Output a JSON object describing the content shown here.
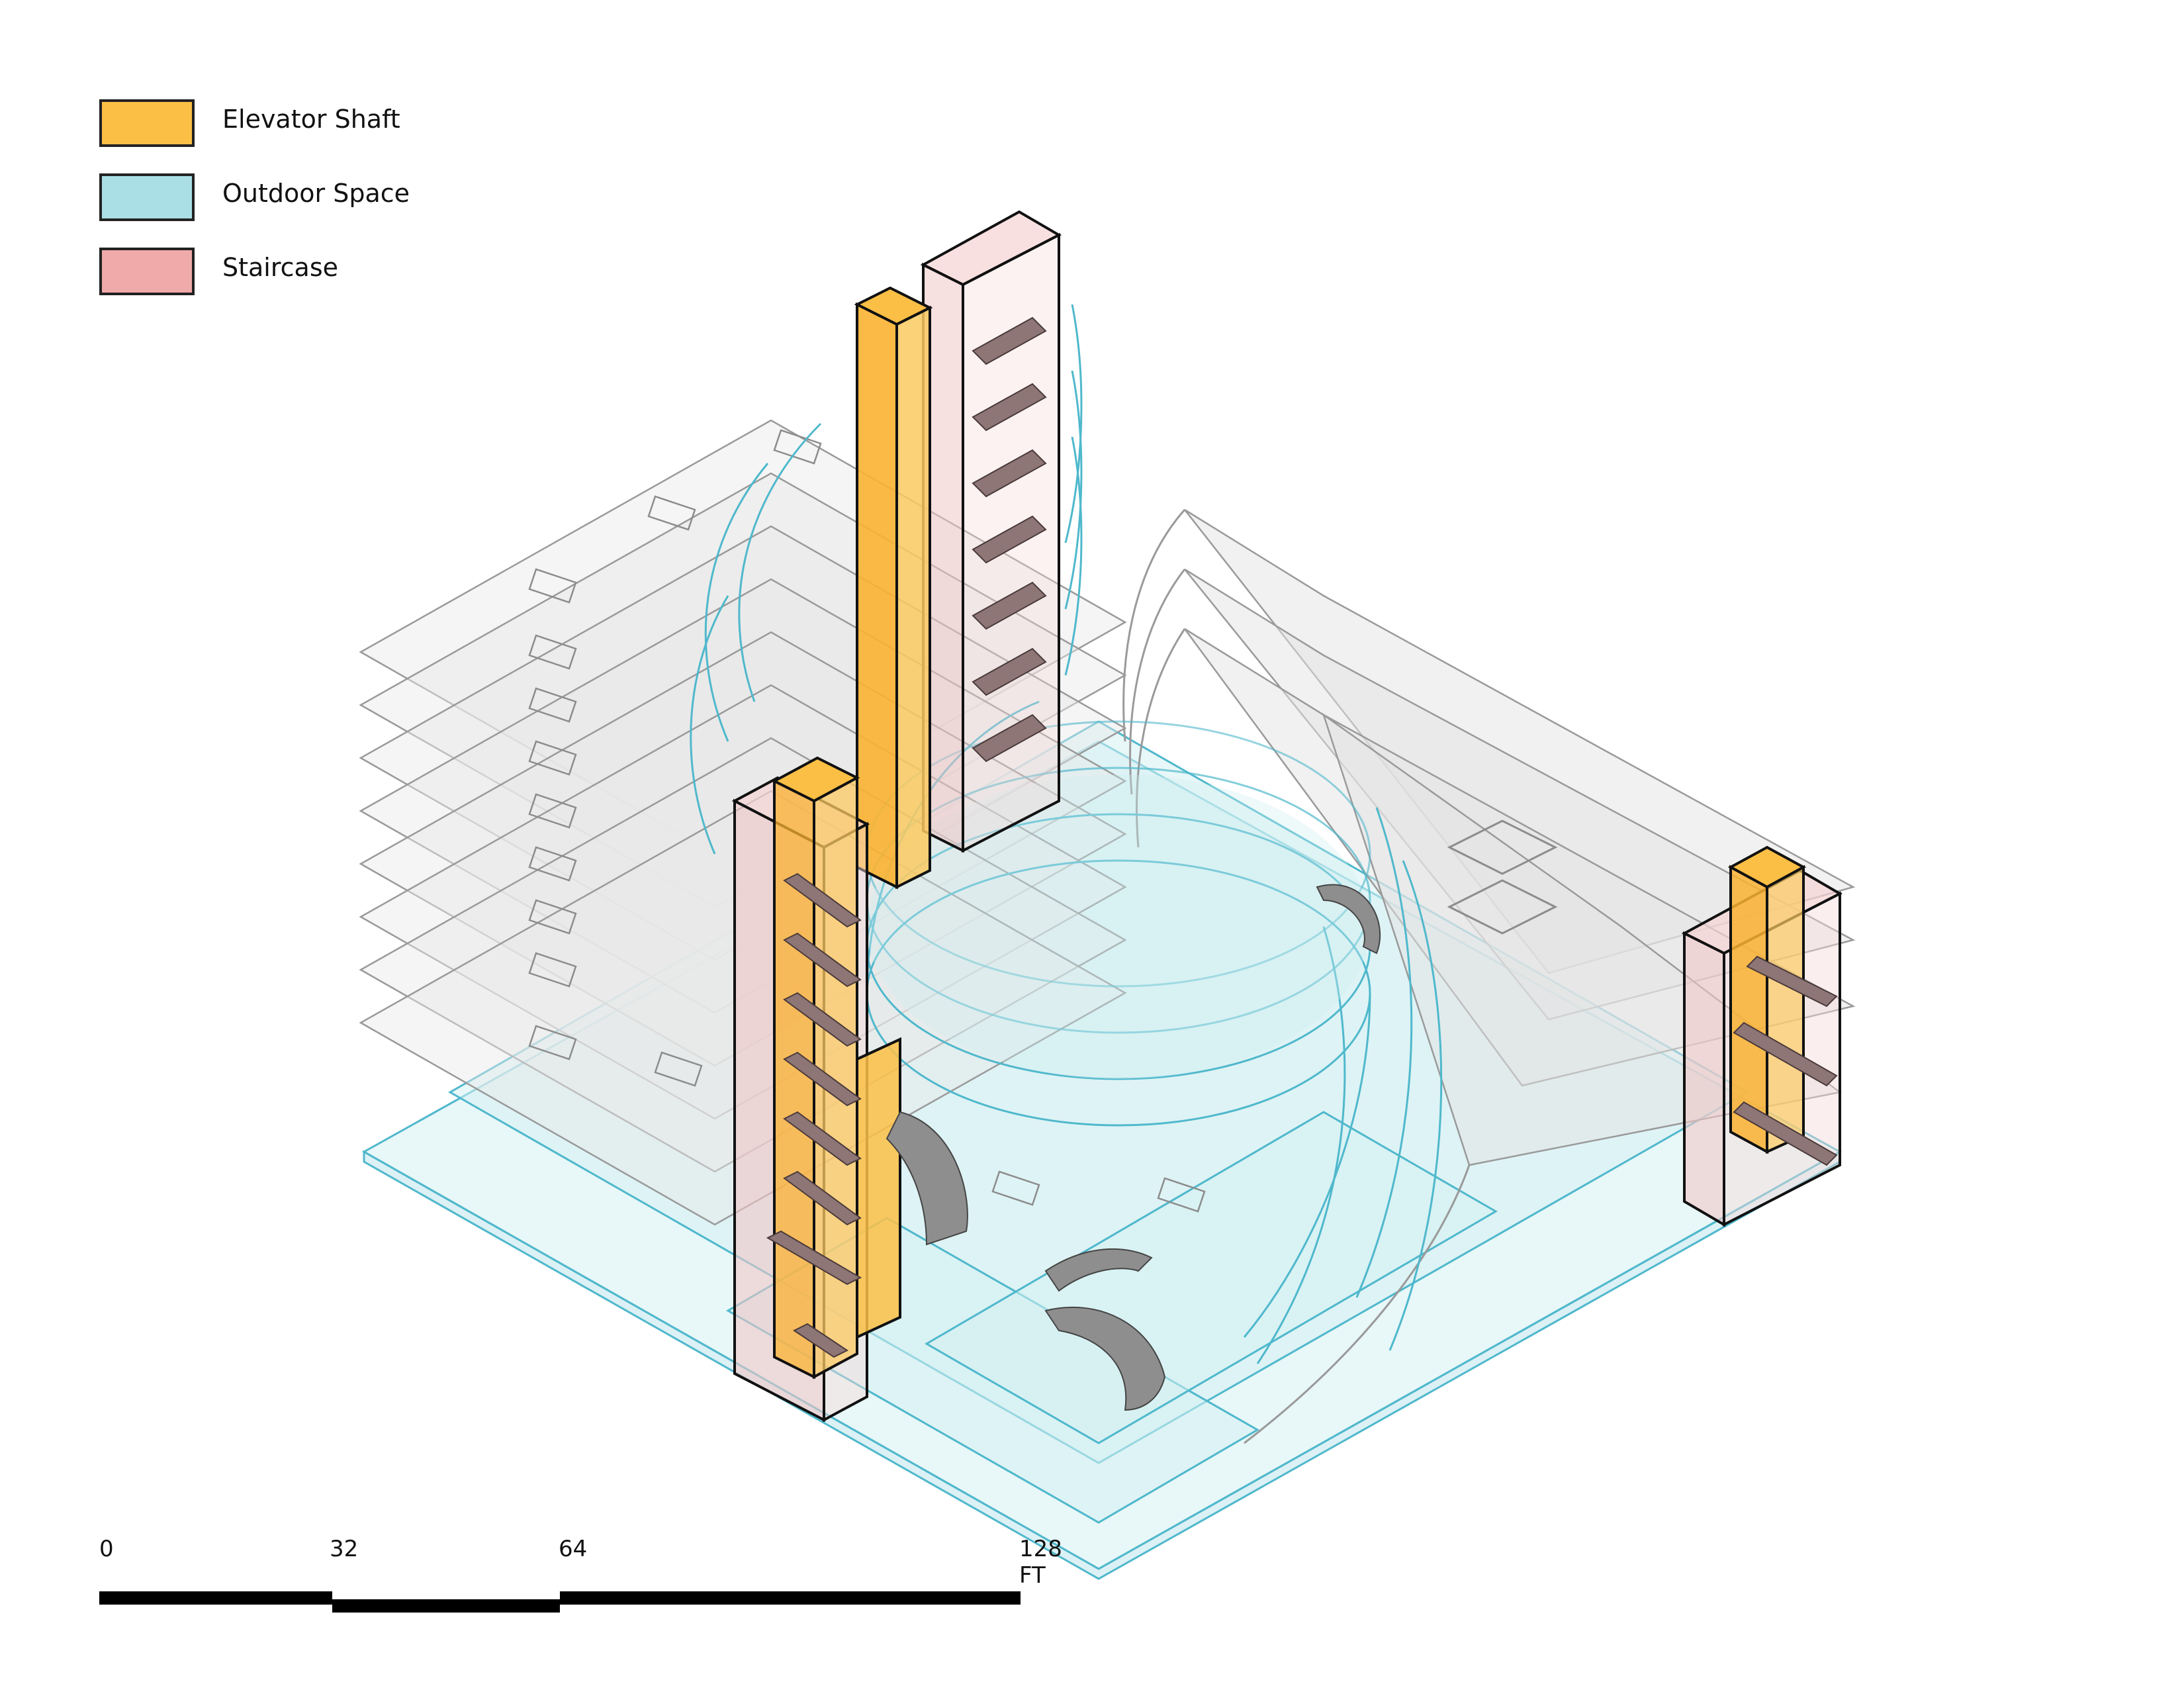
{
  "legend": {
    "items": [
      {
        "label": "Elevator Shaft",
        "color": "#fbbf45"
      },
      {
        "label": "Outdoor Space",
        "color": "#aadfe6"
      },
      {
        "label": "Staircase",
        "color": "#f0aaaa"
      }
    ]
  },
  "scale_bar": {
    "ticks": [
      "0",
      "32",
      "64",
      "128 FT"
    ]
  },
  "colors": {
    "line_gray": "#9a9a9a",
    "line_cyan": "#4fb8cc",
    "floor_gray": "#e4e4e4",
    "floor_cyan": "#d6f0f3",
    "stair_fill": "#8e7676",
    "outline": "#111111"
  }
}
